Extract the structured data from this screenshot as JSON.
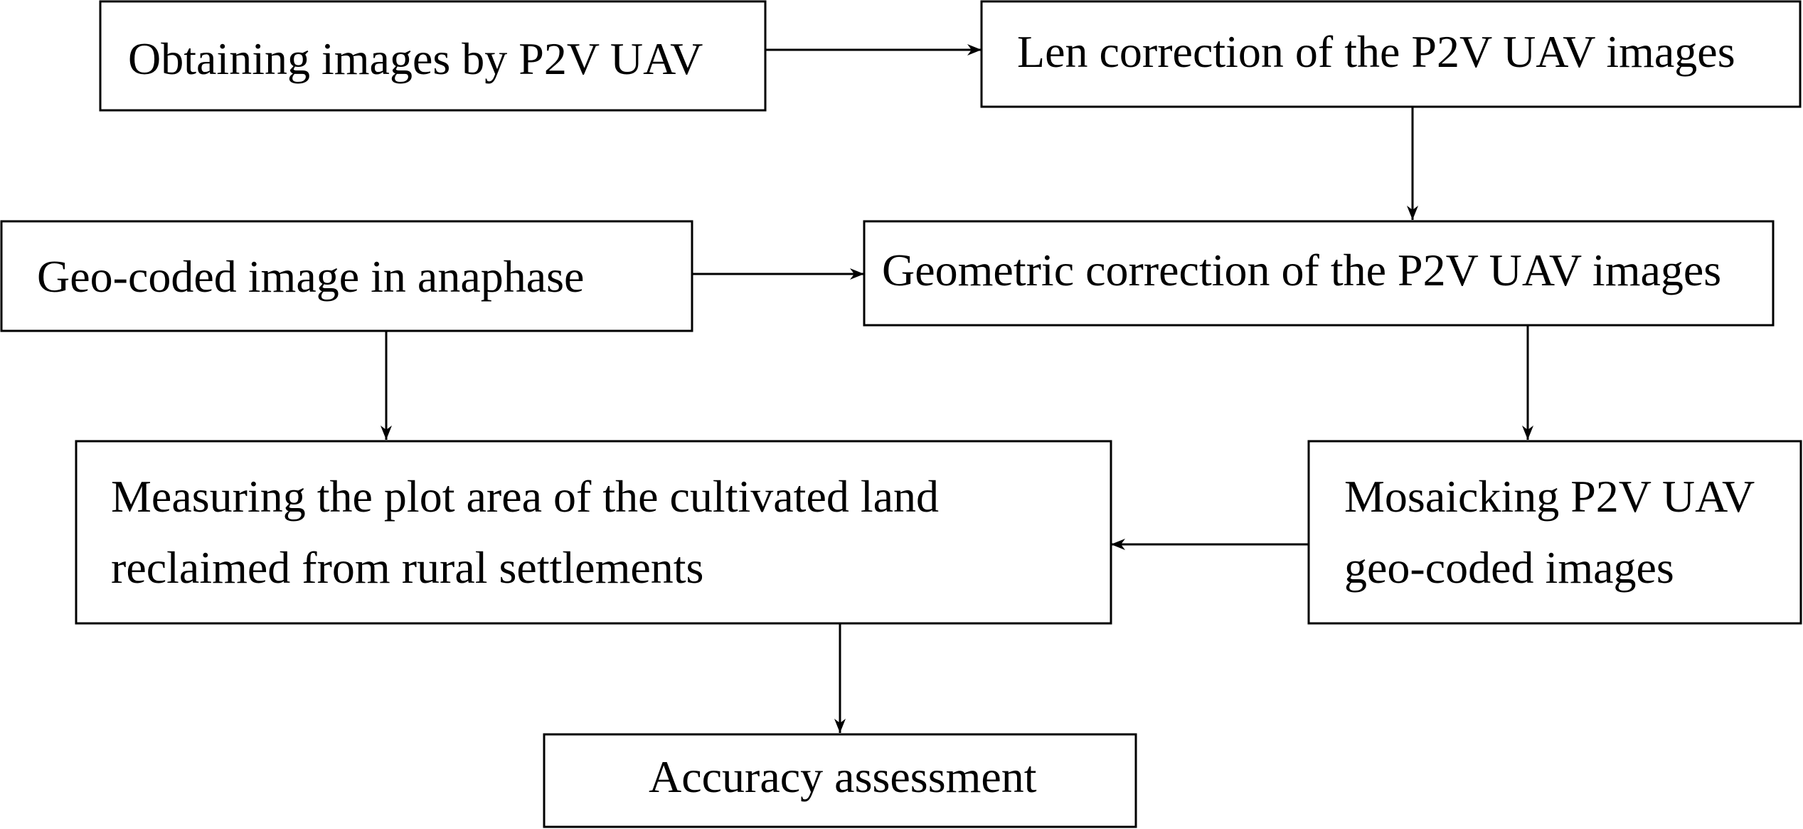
{
  "diagram": {
    "nodes": {
      "obtaining": {
        "lines": [
          "Obtaining images by P2V UAV"
        ]
      },
      "len_correction": {
        "lines": [
          "Len correction of the P2V UAV images"
        ]
      },
      "geo_coded": {
        "lines": [
          "Geo-coded image in anaphase"
        ]
      },
      "geometric": {
        "lines": [
          "Geometric correction of the P2V UAV images"
        ]
      },
      "measuring": {
        "lines": [
          "Measuring the plot area of the cultivated land",
          "reclaimed from rural settlements"
        ]
      },
      "mosaicking": {
        "lines": [
          "Mosaicking P2V UAV",
          "geo-coded images"
        ]
      },
      "accuracy": {
        "lines": [
          "Accuracy assessment"
        ]
      }
    },
    "edges": [
      {
        "from": "obtaining",
        "to": "len_correction"
      },
      {
        "from": "len_correction",
        "to": "geometric"
      },
      {
        "from": "geo_coded",
        "to": "geometric"
      },
      {
        "from": "geo_coded",
        "to": "measuring"
      },
      {
        "from": "geometric",
        "to": "mosaicking"
      },
      {
        "from": "mosaicking",
        "to": "measuring"
      },
      {
        "from": "measuring",
        "to": "accuracy"
      }
    ]
  }
}
